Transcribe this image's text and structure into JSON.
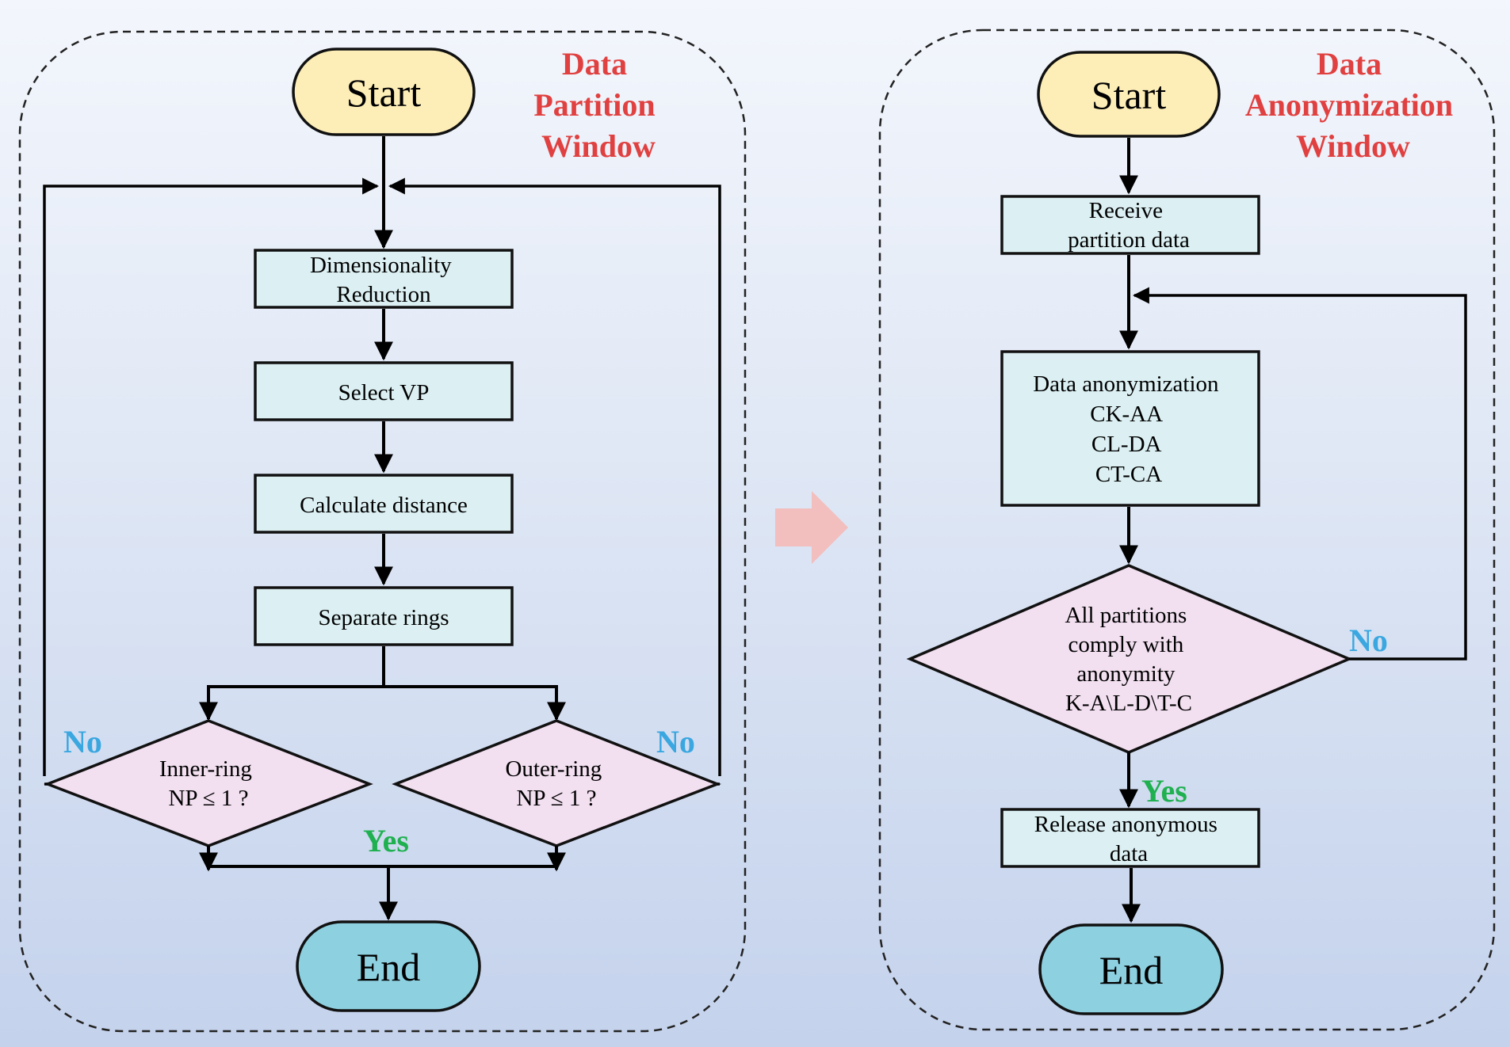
{
  "colors": {
    "window_title": "#e04040",
    "no_label": "#3aa7e0",
    "yes_label": "#1fb050",
    "start_fill": "#fdeeb8",
    "end_fill": "#8dd0e0",
    "process_fill": "#dcf0f3",
    "decision_fill": "#f2dff0",
    "connector_arrow": "#f6b7b4",
    "line": "#000000"
  },
  "left": {
    "title": [
      "Data",
      "Partition",
      "Window"
    ],
    "start": "Start",
    "end": "End",
    "steps": [
      [
        "Dimensionality",
        "Reduction"
      ],
      [
        "Select VP"
      ],
      [
        "Calculate distance"
      ],
      [
        "Separate rings"
      ]
    ],
    "decision_inner": [
      "Inner-ring",
      "NP ≤ 1 ?"
    ],
    "decision_outer": [
      "Outer-ring",
      "NP ≤ 1 ?"
    ],
    "no_label": "No",
    "yes_label": "Yes"
  },
  "right": {
    "title": [
      "Data",
      "Anonymization",
      "Window"
    ],
    "start": "Start",
    "end": "End",
    "receive": [
      "Receive",
      "partition data"
    ],
    "anonymize": [
      "Data anonymization",
      "CK-AA",
      "CL-DA",
      "CT-CA"
    ],
    "decision": [
      "All partitions",
      "comply with",
      "anonymity",
      "K-A\\L-D\\T-C"
    ],
    "release": [
      "Release anonymous",
      "data"
    ],
    "no_label": "No",
    "yes_label": "Yes"
  }
}
